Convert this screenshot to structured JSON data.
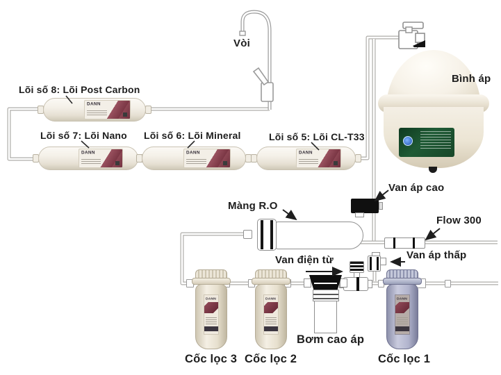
{
  "labels": {
    "faucet": "Vòi",
    "filter8": "Lõi số 8: Lõi Post Carbon",
    "filter7": "Lõi số 7: Lõi Nano",
    "filter6": "Lõi số 6: Lõi Mineral",
    "filter5": "Lõi số 5: Lõi CL-T33",
    "tank": "Bình áp",
    "high_pressure_valve": "Van áp cao",
    "ro_membrane": "Màng R.O",
    "flow_restrictor": "Flow 300",
    "solenoid_valve": "Van điện từ",
    "low_pressure_valve": "Van áp thấp",
    "pump": "Bơm cao áp",
    "housing3": "Cốc lọc 3",
    "housing2": "Cốc lọc 2",
    "housing1": "Cốc lọc 1"
  },
  "brand": "DANN",
  "colors": {
    "pipe": "#aeaca8",
    "text": "#1d1d1d",
    "cartridge_band": "#7a3644",
    "tank_label_green": "#1f5a35",
    "housing1_blue": "#9a9cba",
    "background": "#ffffff"
  }
}
